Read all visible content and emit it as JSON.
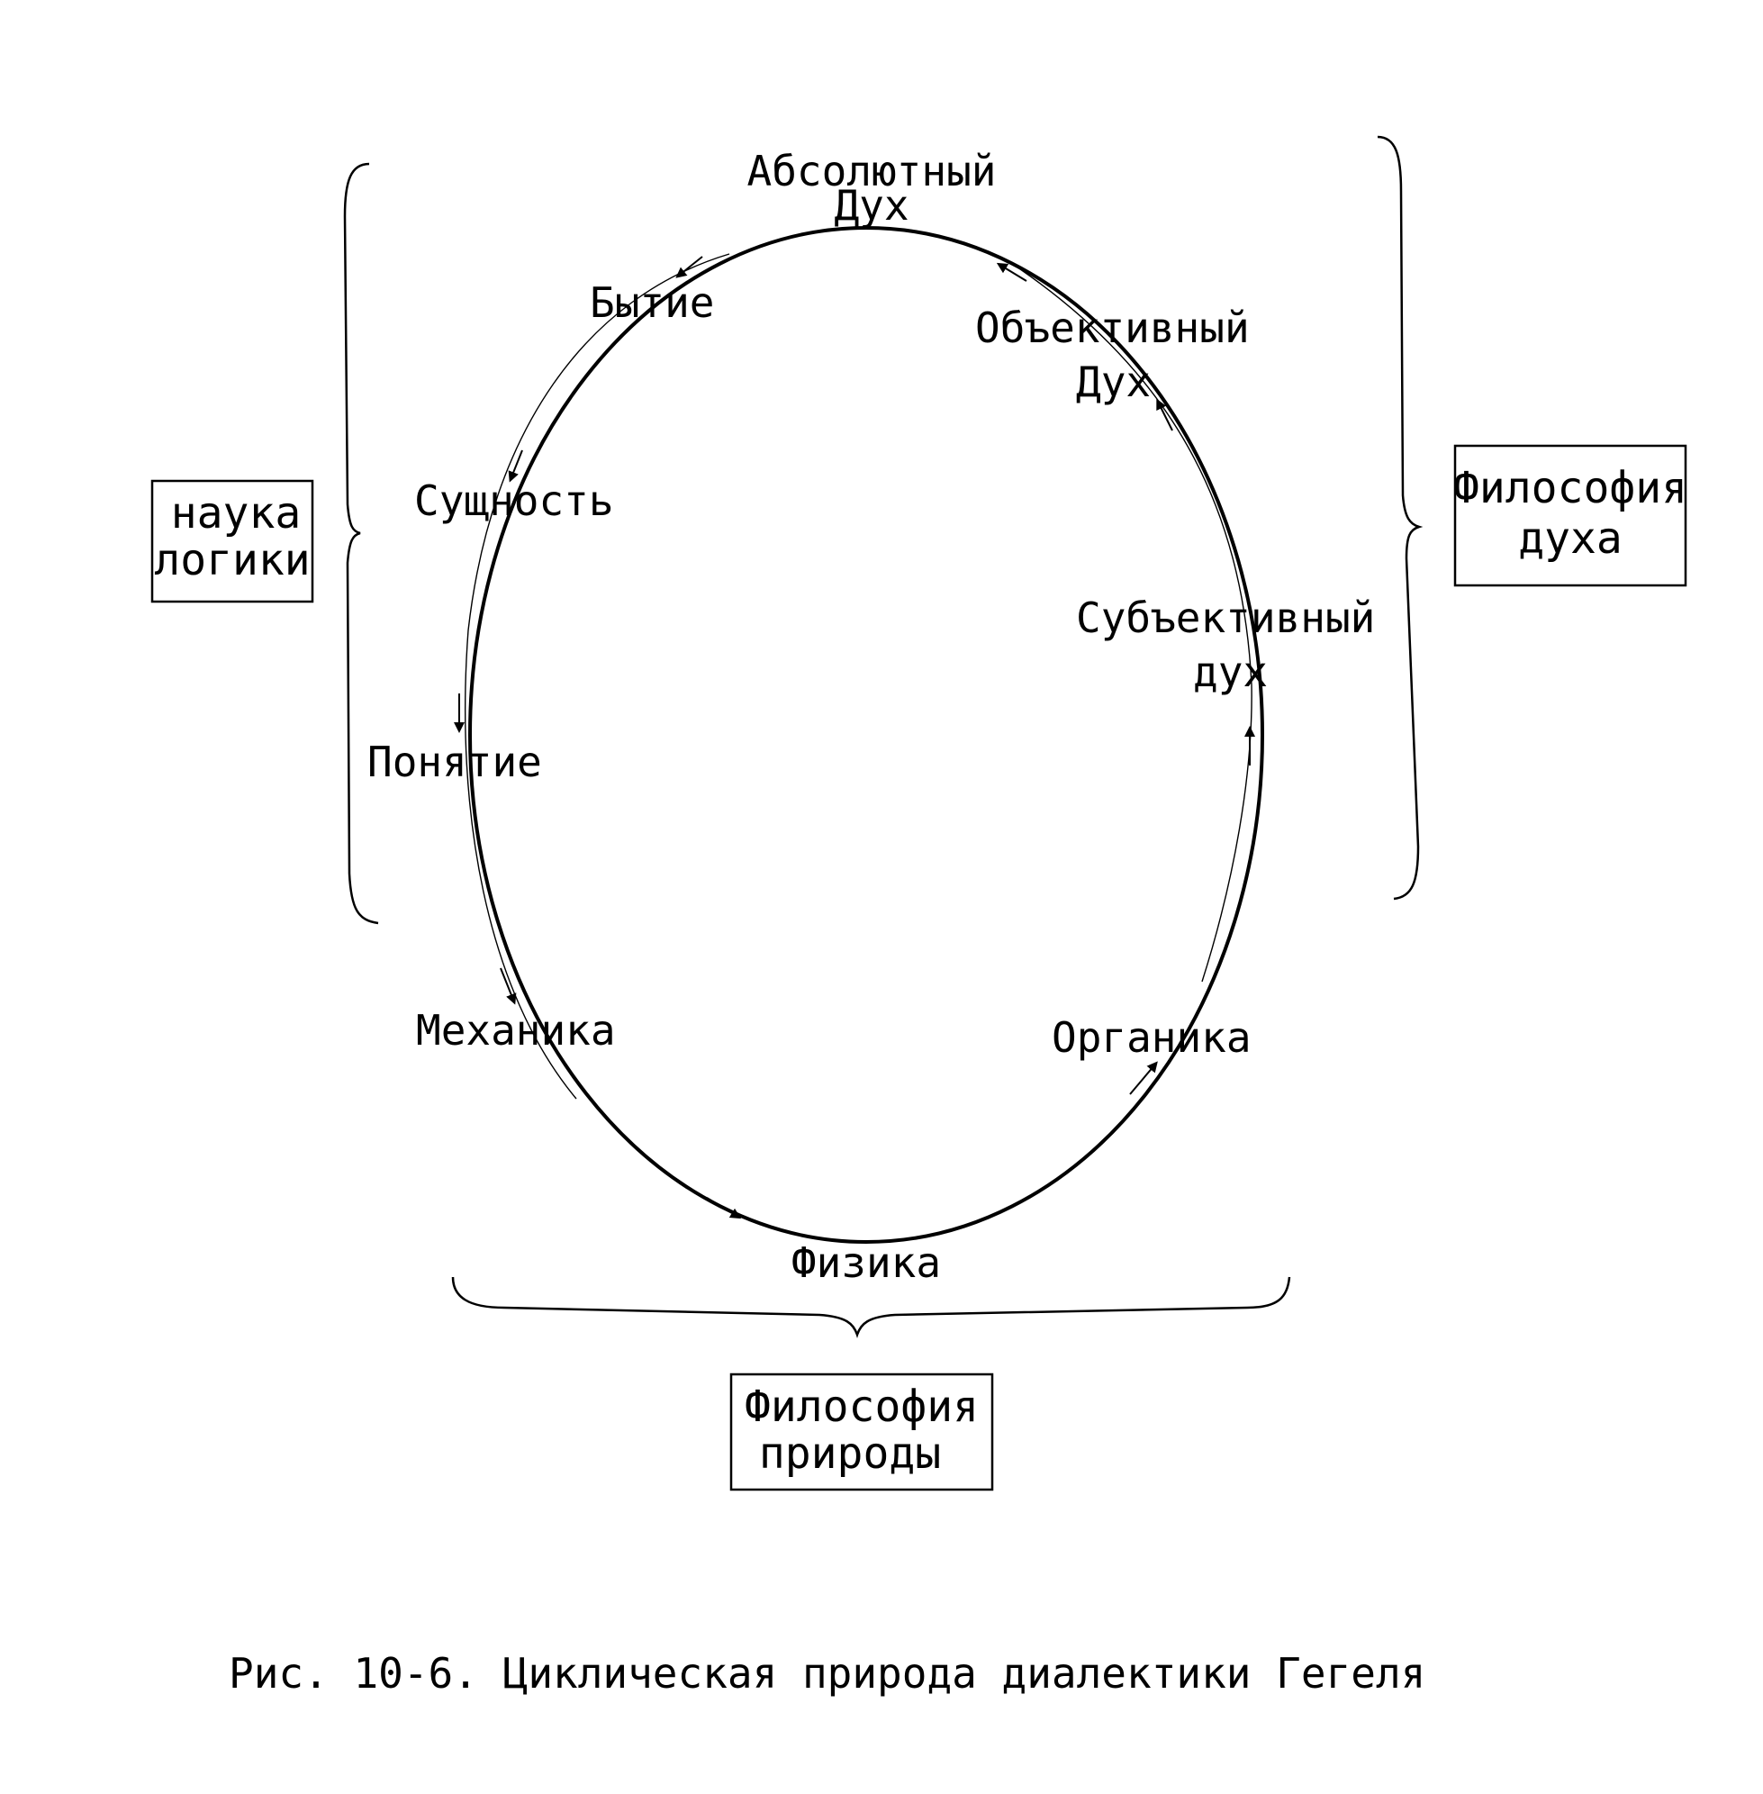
{
  "diagram": {
    "nodes": {
      "absolute_spirit": [
        "Абсолютный",
        "Дух"
      ],
      "being": "Бытие",
      "essence": "Сущность",
      "concept": "Понятие",
      "mechanics": "Механика",
      "physics": "Физика",
      "organics": "Органика",
      "subjective_spirit": [
        "Субъективный",
        "дух"
      ],
      "objective_spirit": [
        "Объективный",
        "Дух"
      ]
    },
    "groups": {
      "logic": [
        "наука",
        "логики"
      ],
      "spirit": [
        "Философия",
        "духа"
      ],
      "nature": [
        "Философия",
        "природы"
      ]
    },
    "caption": "Рис. 10-6. Циклическая природа диалектики Гегеля",
    "colors": {
      "ink": "#000000",
      "background": "#ffffff"
    }
  }
}
